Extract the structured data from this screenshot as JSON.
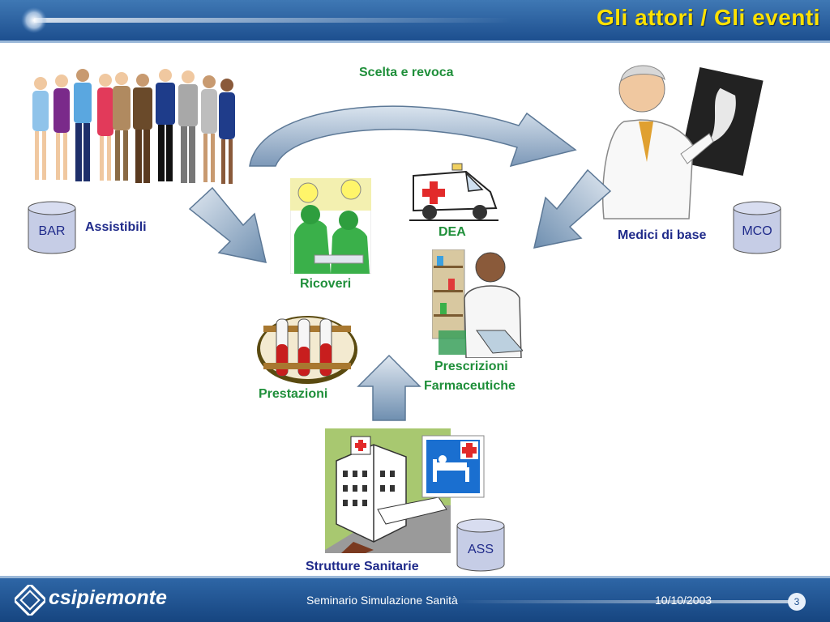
{
  "slide": {
    "title": "Gli attori / Gli eventi",
    "footer_text": "Seminario Simulazione Sanità",
    "footer_date": "10/10/2003",
    "page_number": "3",
    "logo_text": "csipiemonte"
  },
  "diagram": {
    "arc_label": "Scelta e revoca",
    "actors": {
      "assistibili": "Assistibili",
      "medici": "Medici di base",
      "strutture": "Strutture Sanitarie"
    },
    "events": {
      "ricoveri": "Ricoveri",
      "dea": "DEA",
      "prestazioni": "Prestazioni",
      "prescrizioni_line1": "Prescrizioni",
      "prescrizioni_line2": "Farmaceutiche"
    },
    "databases": {
      "bar": "BAR",
      "mco": "MCO",
      "ass": "ASS"
    }
  },
  "colors": {
    "header_blue": "#1d4f8f",
    "title_yellow": "#ffe100",
    "event_green": "#1f8f3a",
    "actor_navy": "#1f2a8a",
    "cylinder_fill": "#c6cde6"
  }
}
